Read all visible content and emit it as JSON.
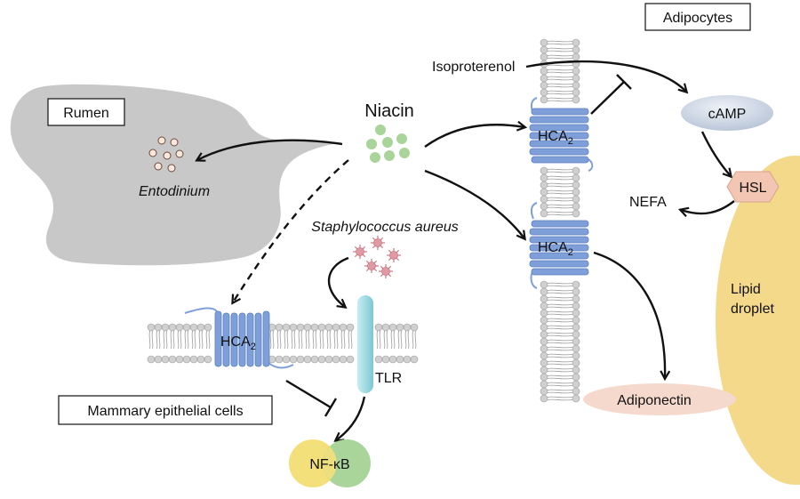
{
  "labels": {
    "rumen": "Rumen",
    "entodinium": "Entodinium",
    "niacin": "Niacin",
    "staph": "Staphylococcus aureus",
    "mammary": "Mammary epithelial cells",
    "tlr": "TLR",
    "nfkb": "NF-κB",
    "adipocytes": "Adipocytes",
    "isoproterenol": "Isoproterenol",
    "camp": "cAMP",
    "hsl": "HSL",
    "nefa": "NEFA",
    "lipid_droplet_line1": "Lipid",
    "lipid_droplet_line2": "droplet",
    "adiponectin": "Adiponectin",
    "hca_base": "HCA",
    "hca_sub": "2"
  },
  "colors": {
    "rumen_fill": "#c8c8c8",
    "niacin_dots": "#a9d49a",
    "receptor": "#7f9fd8",
    "tlr": "#9fd8e0",
    "nfkb_left": "#f4e07a",
    "nfkb_right": "#a9d49a",
    "camp": "#c9d3e3",
    "hsl": "#f2c6b2",
    "lipid_droplet": "#f4d98a",
    "adiponectin": "#f6d9cd",
    "staph": "#e09aa4"
  }
}
